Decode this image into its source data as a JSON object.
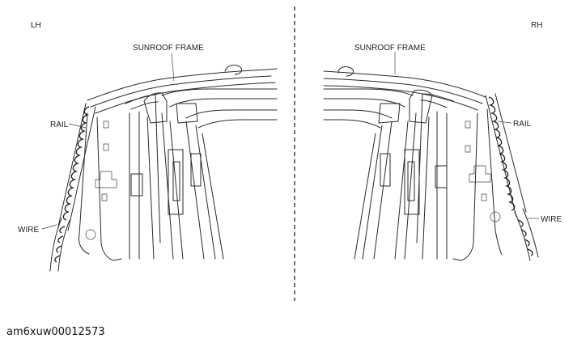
{
  "labels": {
    "lh": "LH",
    "rh": "RH",
    "sunroof_frame_left": "SUNROOF FRAME",
    "sunroof_frame_right": "SUNROOF FRAME",
    "rail_left": "RAIL",
    "rail_right": "RAIL",
    "wire_left": "WIRE",
    "wire_right": "WIRE"
  },
  "figure_code": "am6xuw00012573"
}
